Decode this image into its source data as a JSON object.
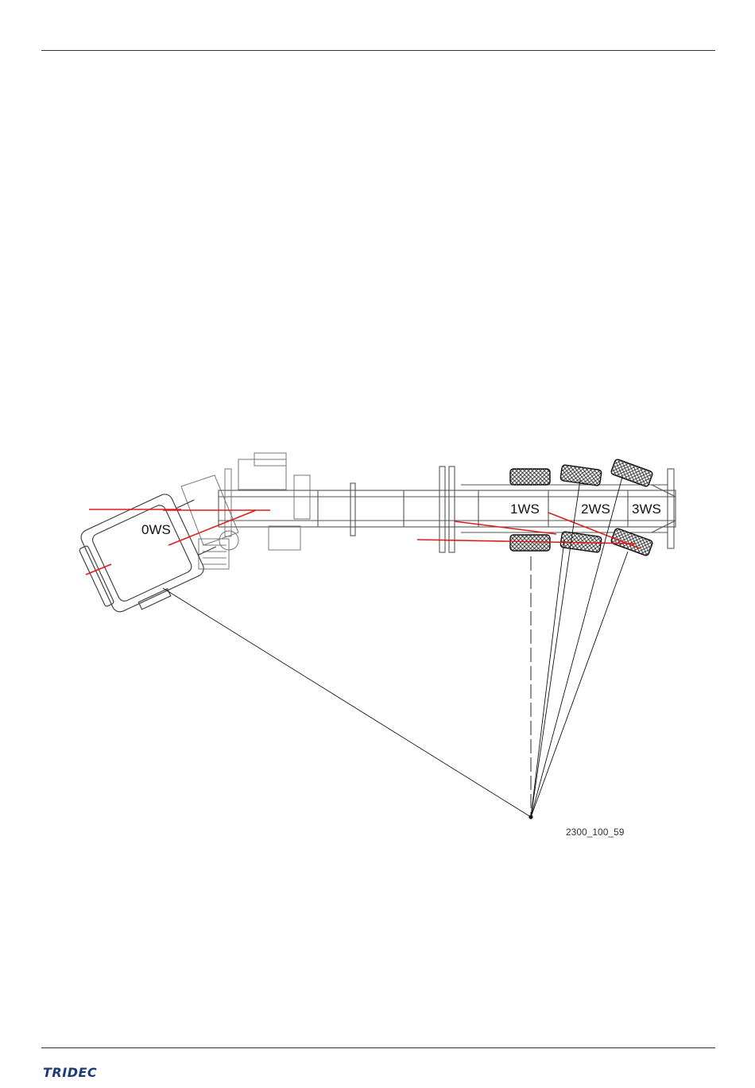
{
  "diagram": {
    "labels": {
      "ws0": "0WS",
      "ws1": "1WS",
      "ws2": "2WS",
      "ws3": "3WS"
    },
    "figure_id": "2300_100_59"
  },
  "footer": {
    "brand": "TRIDEC"
  },
  "colors": {
    "accent_red": "#e01b1b",
    "line": "#111111",
    "frame": "#555555",
    "brand": "#1f3a78"
  }
}
